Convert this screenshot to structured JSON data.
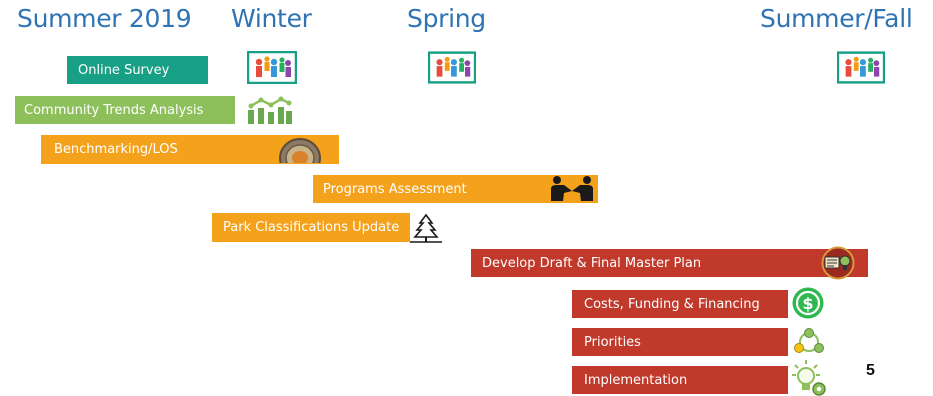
{
  "phases": [
    "Summer 2019",
    "Winter",
    "Spring",
    "Summer/Fall"
  ],
  "tasks": [
    {
      "label": "Online Survey",
      "color": "#17a085"
    },
    {
      "label": "Community Trends Analysis",
      "color": "#8dc05a"
    },
    {
      "label": "Benchmarking/LOS",
      "color": "#f4a11c"
    },
    {
      "label": "Programs Assessment",
      "color": "#f4a11c"
    },
    {
      "label": "Park Classifications Update",
      "color": "#f4a11c"
    },
    {
      "label": "Develop Draft & Final Master Plan",
      "color": "#c0392b"
    },
    {
      "label": "Costs, Funding & Financing",
      "color": "#c0392b"
    },
    {
      "label": "Priorities",
      "color": "#c0392b"
    },
    {
      "label": "Implementation",
      "color": "#c0392b"
    }
  ],
  "icons": {
    "people": "people-group-icon",
    "chart": "bar-chart-icon",
    "badge": "badge-seal-icon",
    "handshake": "handshake-icon",
    "tree": "tree-icon",
    "plan": "plan-document-icon",
    "money": "dollar-coin-icon",
    "priorities": "priorities-network-icon",
    "implementation": "lightbulb-gear-icon"
  },
  "page_number": "5"
}
